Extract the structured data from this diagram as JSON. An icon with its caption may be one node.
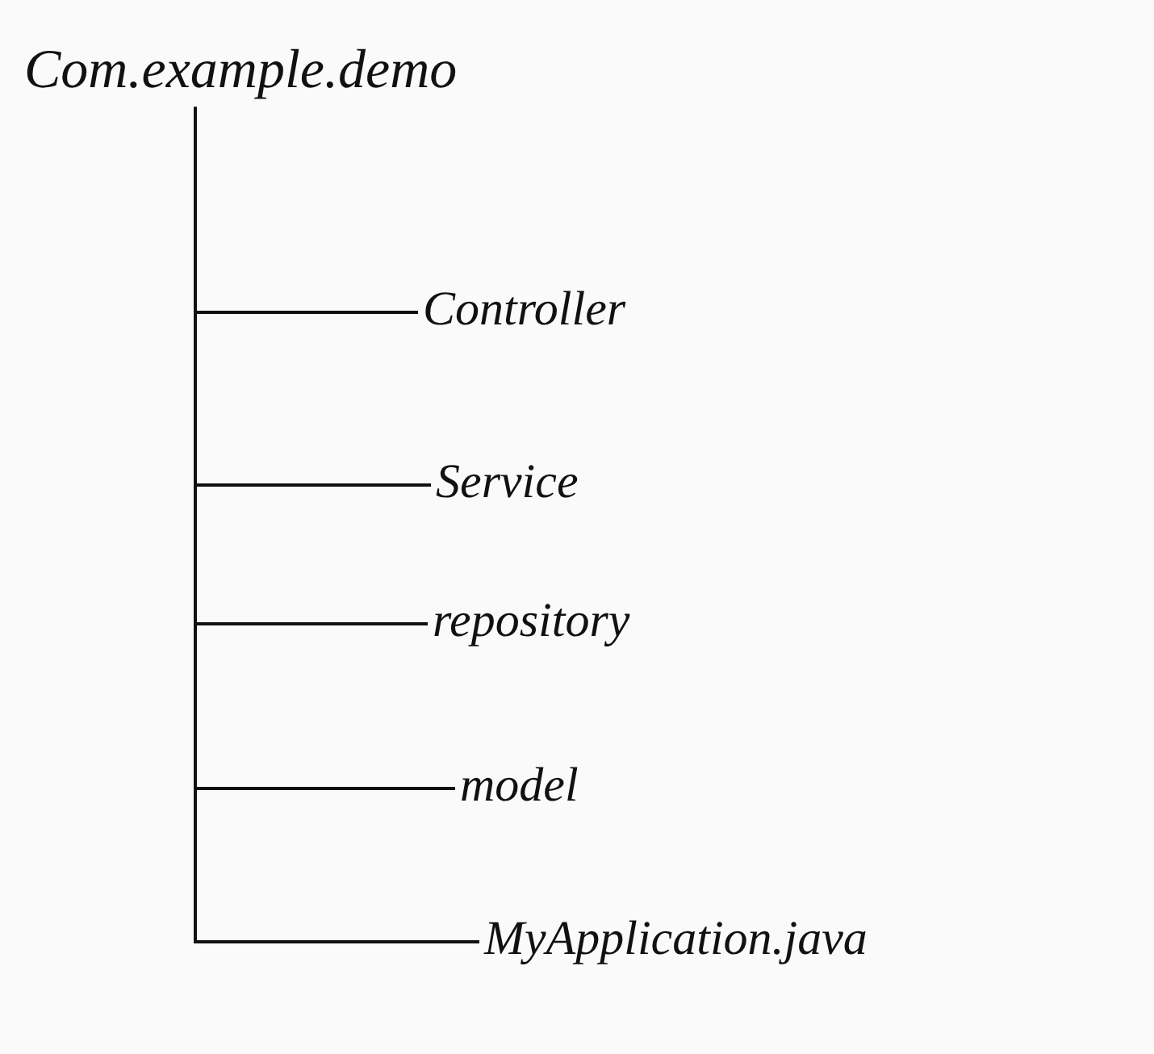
{
  "diagram": {
    "nodes": [
      {
        "text": [
          "Com.example.demo"
        ]
      },
      {
        "text": [
          "Controller"
        ]
      },
      {
        "text": [
          "Service"
        ]
      },
      {
        "text": [
          "repository"
        ]
      },
      {
        "text": [
          "model"
        ]
      },
      {
        "text": [
          "MyApplication.java"
        ]
      }
    ],
    "edges": [
      {
        "from": 0,
        "to": 1,
        "arrow": "none"
      },
      {
        "from": 0,
        "to": 2,
        "arrow": "none"
      },
      {
        "from": 0,
        "to": 3,
        "arrow": "none"
      },
      {
        "from": 0,
        "to": 4,
        "arrow": "none"
      },
      {
        "from": 0,
        "to": 5,
        "arrow": "none"
      }
    ]
  }
}
